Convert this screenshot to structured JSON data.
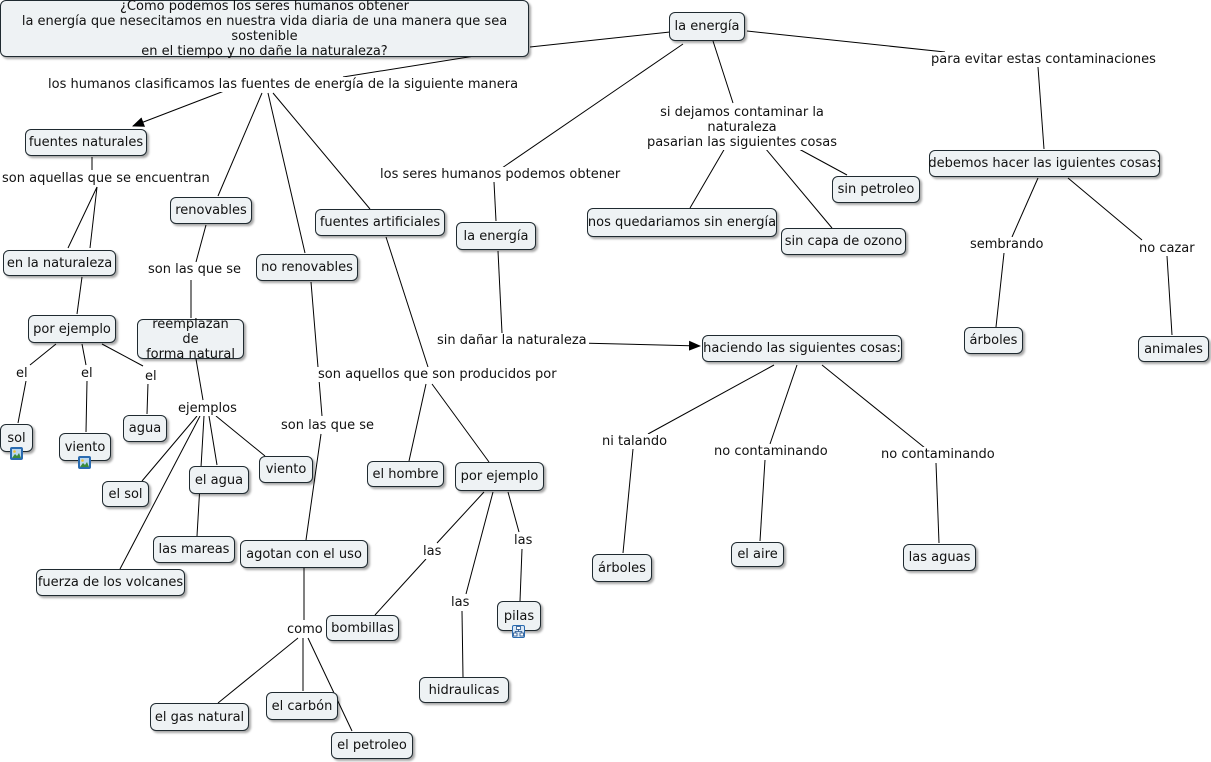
{
  "nodes": {
    "question": [
      "¿Como podemos los seres humanos obtener",
      "la energía que nesecitamos en nuestra vida diaria de una manera que sea sostenible",
      "en el tiempo y no dañe la naturaleza?"
    ],
    "la_energia_top": "la energía",
    "fuentes_naturales": "fuentes naturales",
    "en_la_naturaleza": "en la naturaleza",
    "por_ejemplo_1": "por ejemplo",
    "sol": "sol",
    "viento_1": "viento",
    "agua": "agua",
    "renovables": "renovables",
    "reemplazan": [
      "reemplazan de",
      "forma natural"
    ],
    "el_sol": "el sol",
    "el_agua": "el agua",
    "viento_2": "viento",
    "las_mareas": "las mareas",
    "fuerza_volcanes": "fuerza de los volcanes",
    "no_renovables": "no renovables",
    "agotan": "agotan con el uso",
    "el_gas_natural": "el gas natural",
    "el_carbon": "el carbón",
    "el_petroleo": "el petroleo",
    "fuentes_artificiales": "fuentes artificiales",
    "el_hombre": "el hombre",
    "por_ejemplo_2": "por ejemplo",
    "bombillas": "bombillas",
    "hidraulicas": "hidraulicas",
    "pilas": "pilas",
    "la_energia_2": "la energía",
    "haciendo": "haciendo las siguientes cosas:",
    "arboles_1": "árboles",
    "el_aire": "el aire",
    "las_aguas": "las aguas",
    "sin_energia": "nos quedariamos sin energía",
    "sin_ozono": "sin capa de ozono",
    "sin_petroleo": "sin petroleo",
    "debemos": "debemos hacer las iguientes cosas:",
    "arboles_2": "árboles",
    "animales": "animales"
  },
  "labels": {
    "clasificamos": "los humanos clasificamos las fuentes de energía de la siguiente manera",
    "son_aquellas": "son aquellas que se encuentran",
    "el_1": "el",
    "el_2": "el",
    "el_3": "el",
    "son_las_que_se_1": "son las que se",
    "ejemplos": "ejemplos",
    "son_las_que_se_2": "son las que se",
    "como": "como",
    "producidos": "son aquellos que son producidos por",
    "las_1": "las",
    "las_2": "las",
    "las_3": "las",
    "seres_obtener": "los seres humanos podemos obtener",
    "sin_danar": "sin dañar la naturaleza",
    "ni_talando": "ni talando",
    "no_contaminando_1": "no contaminando",
    "no_contaminando_2": "no contaminando",
    "si_dejamos": [
      "si dejamos contaminar la naturaleza",
      "pasarian las siguientes cosas"
    ],
    "para_evitar": "para evitar estas contaminaciones",
    "sembrando": "sembrando",
    "no_cazar": "no cazar"
  },
  "icons": {
    "sol_badge": "image-icon",
    "viento_badge": "image-icon",
    "pilas_badge": "concept-map-icon"
  },
  "colors": {
    "node_fill": "#eef2f4",
    "node_border": "#1f2a30",
    "link": "#000000",
    "badge": "#2a6bb0"
  }
}
